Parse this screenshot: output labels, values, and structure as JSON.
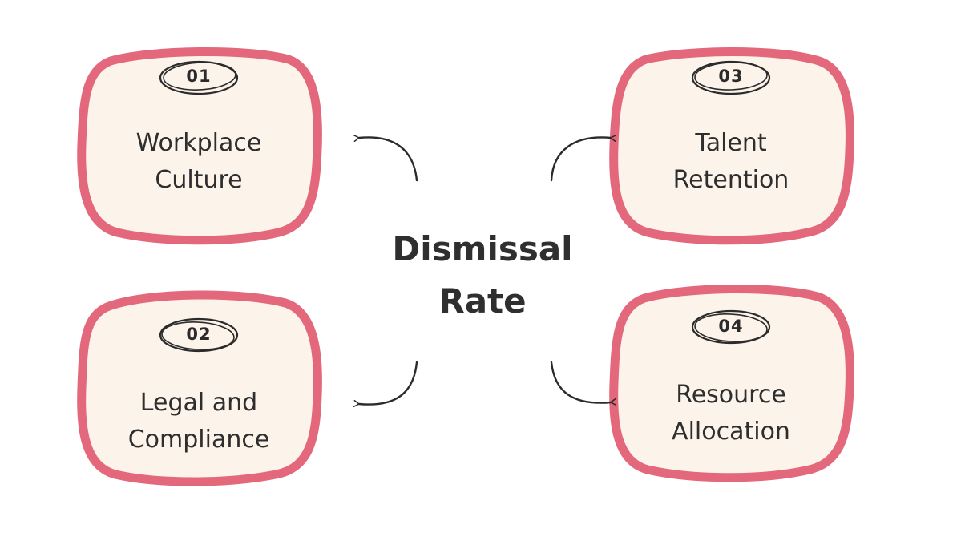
{
  "title": {
    "line1": "Dismissal",
    "line2": "Rate"
  },
  "colors": {
    "card_fill": "#fcf3ea",
    "card_border": "#e3687c",
    "text": "#2e2e2e",
    "arrow": "#2b2b2b"
  },
  "cards": [
    {
      "number": "01",
      "line1": "Workplace",
      "line2": "Culture"
    },
    {
      "number": "02",
      "line1": "Legal and",
      "line2": "Compliance"
    },
    {
      "number": "03",
      "line1": "Talent",
      "line2": "Retention"
    },
    {
      "number": "04",
      "line1": "Resource",
      "line2": "Allocation"
    }
  ]
}
